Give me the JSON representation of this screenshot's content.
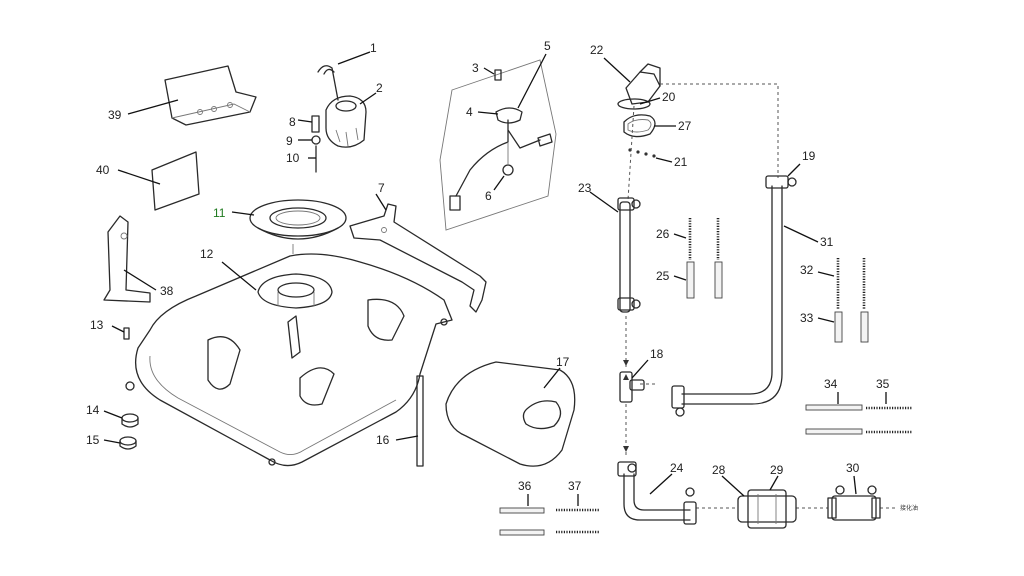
{
  "diagram": {
    "type": "exploded-parts-diagram",
    "callouts": {
      "p1": "1",
      "p2": "2",
      "p3": "3",
      "p4": "4",
      "p5": "5",
      "p6": "6",
      "p7": "7",
      "p8": "8",
      "p9": "9",
      "p10": "10",
      "p11": "11",
      "p12": "12",
      "p13": "13",
      "p14": "14",
      "p15": "15",
      "p16": "16",
      "p17": "17",
      "p18": "18",
      "p19": "19",
      "p20": "20",
      "p21": "21",
      "p22": "22",
      "p23": "23",
      "p24": "24",
      "p25": "25",
      "p26": "26",
      "p27": "27",
      "p28": "28",
      "p29": "29",
      "p30": "30",
      "p31": "31",
      "p32": "32",
      "p33": "33",
      "p34": "34",
      "p35": "35",
      "p36": "36",
      "p37": "37",
      "p38": "38",
      "p39": "39",
      "p40": "40"
    },
    "outlet_tag": "接化油"
  }
}
